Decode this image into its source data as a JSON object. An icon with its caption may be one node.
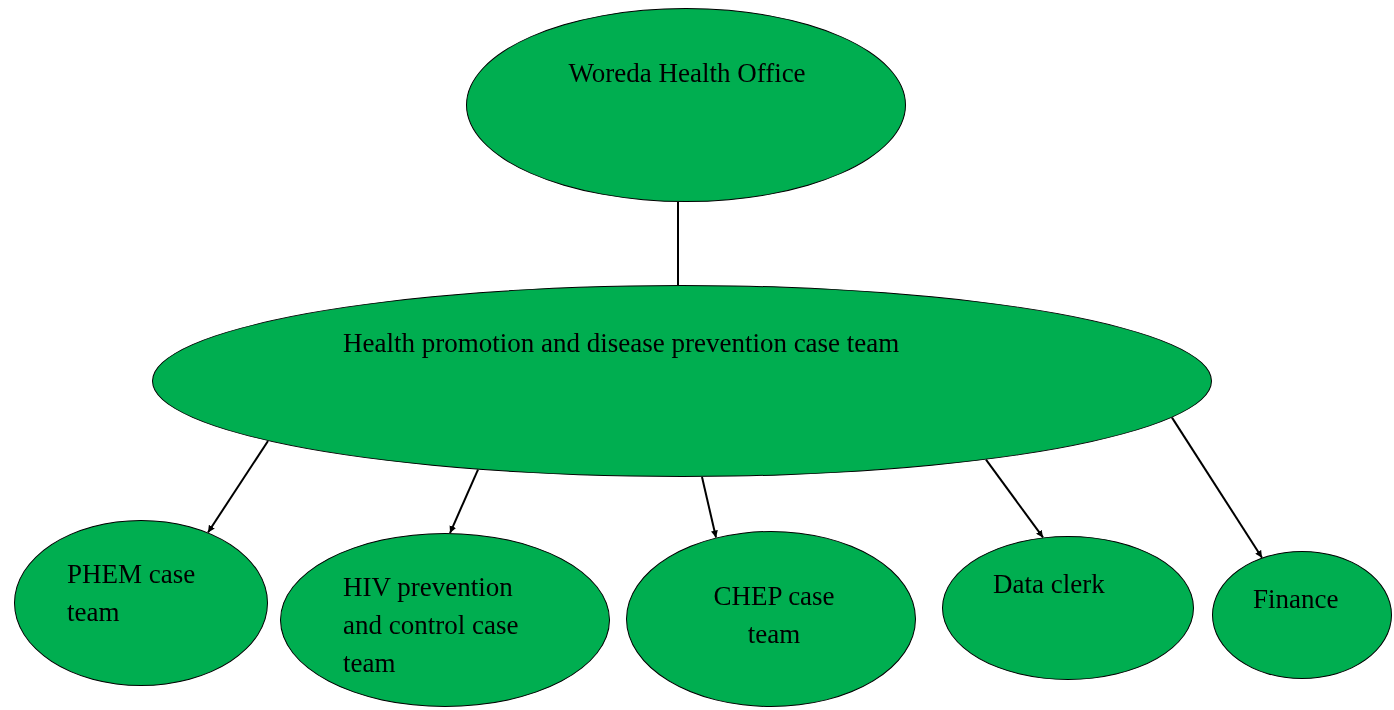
{
  "diagram": {
    "nodes": [
      {
        "text": [
          "Woreda Health Office"
        ]
      },
      {
        "text": [
          "Health promotion and disease prevention case team"
        ]
      },
      {
        "text": [
          "PHEM case team"
        ]
      },
      {
        "text": [
          "HIV prevention and control case team"
        ]
      },
      {
        "text": [
          "CHEP case team"
        ]
      },
      {
        "text": [
          "Data clerk"
        ]
      },
      {
        "text": [
          "Finance"
        ]
      }
    ],
    "edges": [
      {
        "from": 0,
        "to": 1,
        "arrow": "none"
      },
      {
        "from": 1,
        "to": 2,
        "arrow": "to"
      },
      {
        "from": 1,
        "to": 3,
        "arrow": "to"
      },
      {
        "from": 1,
        "to": 4,
        "arrow": "to"
      },
      {
        "from": 1,
        "to": 5,
        "arrow": "to"
      },
      {
        "from": 1,
        "to": 6,
        "arrow": "to"
      }
    ]
  }
}
